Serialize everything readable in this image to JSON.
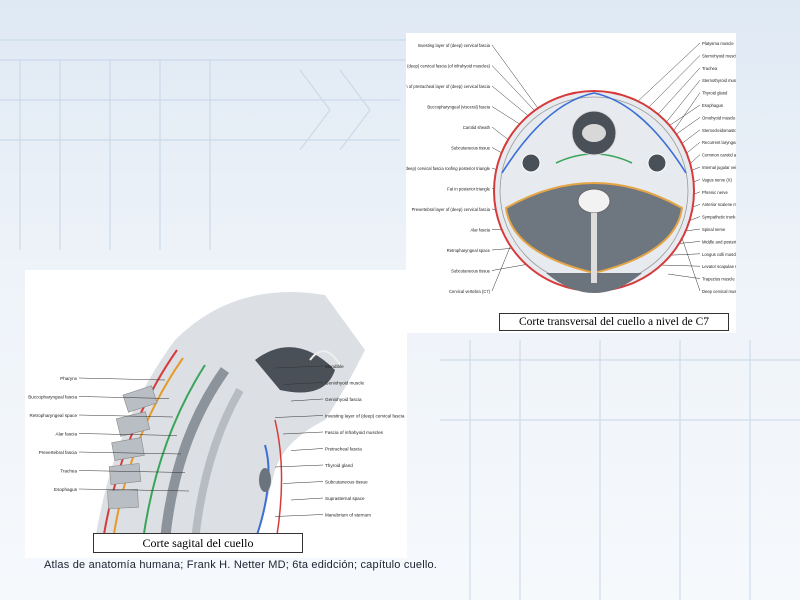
{
  "transverse": {
    "caption": "Corte transversal del cuello a nivel de C7",
    "labels_left": [
      "Investing layer of (deep) cervical fascia",
      "Muscular portion of pretracheal layer of (deep) cervical fascia (of infrahyoid muscles)",
      "Visceral portion of pretracheal layer of (deep) cervical fascia",
      "Buccopharyngeal (visceral) fascia",
      "Carotid sheath",
      "Subcutaneous tissue",
      "Investing layer of (deep) cervical fascia roofing posterior triangle",
      "Fat in posterior triangle",
      "Prevertebral layer of (deep) cervical fascia",
      "Alar fascia",
      "Retropharyngeal space",
      "Subcutaneous tissue",
      "Cervical vertebra (C7)"
    ],
    "labels_right": [
      "Platysma muscle",
      "Sternohyoid muscle",
      "Trachea",
      "Sternothyroid muscle",
      "Thyroid gland",
      "Esophagus",
      "Omohyoid muscle",
      "Sternocleidomastoid muscle",
      "Recurrent laryngeal nerve",
      "Common carotid artery",
      "Internal jugular vein",
      "Vagus nerve (X)",
      "Phrenic nerve",
      "Anterior scalene muscle",
      "Sympathetic trunk",
      "Spinal nerve",
      "Middle and posterior scalene muscles",
      "Longus colli muscle",
      "Levator scapulae muscle",
      "Trapezius muscle",
      "Deep cervical muscles"
    ]
  },
  "sagittal": {
    "caption": "Corte sagital del cuello",
    "labels_left": [
      "Pharynx",
      "Buccopharyngeal fascia",
      "Retropharyngeal space",
      "Alar fascia",
      "Prevertebral fascia",
      "Trachea",
      "Esophagus"
    ],
    "labels_right": [
      "Mandible",
      "Geniohyoid muscle",
      "Geniohyoid fascia",
      "Investing layer of (deep) cervical fascia",
      "Fascia of infrahyoid muscles",
      "Pretracheal fascia",
      "Thyroid gland",
      "Subcutaneous tissue",
      "Suprasternal space",
      "Manubrium of sternum"
    ]
  },
  "citation": "Atlas de anatomía humana;  Frank H. Netter MD; 6ta edidción;  capítulo cuello.",
  "colors": {
    "background": "#e4edf6",
    "investing_fascia": "#d63b3b",
    "pretracheal_fascia": "#3b6fd6",
    "prevertebral_fascia": "#e59a2a",
    "visceral_fascia": "#3aa55a"
  }
}
